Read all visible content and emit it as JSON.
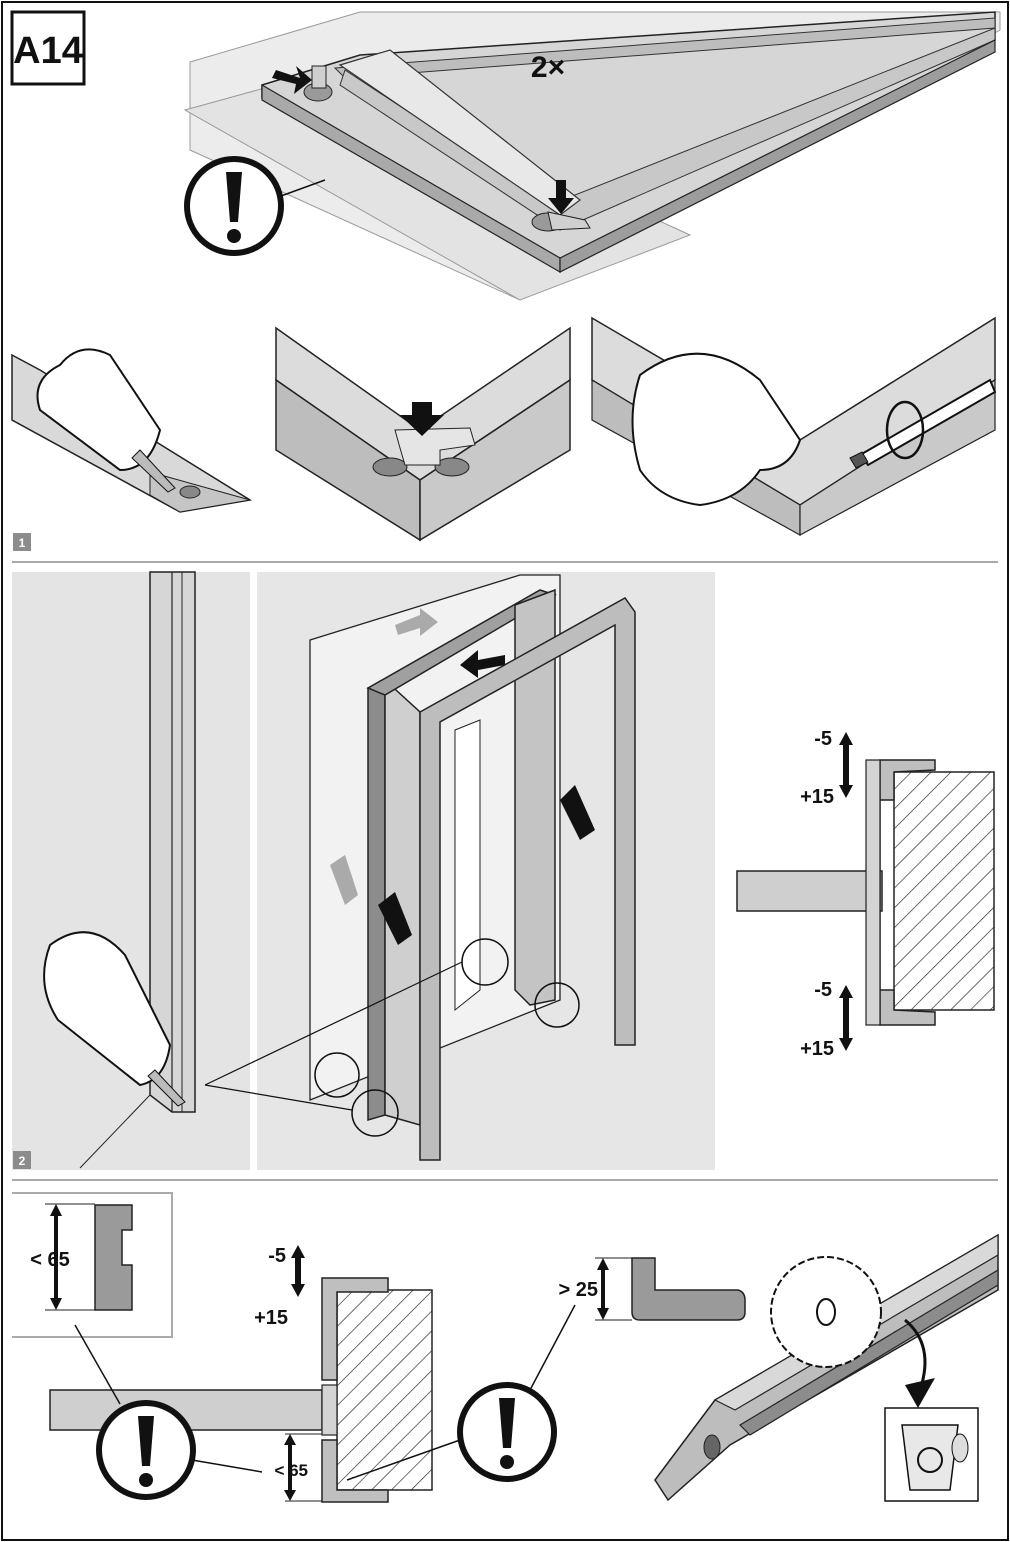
{
  "header": {
    "step_id": "A14",
    "quantity": "2×"
  },
  "steps": [
    {
      "number": "1"
    },
    {
      "number": "2"
    }
  ],
  "section2": {
    "tolerance_top_minus": "-5",
    "tolerance_top_plus": "+15",
    "tolerance_bottom_minus": "-5",
    "tolerance_bottom_plus": "+15"
  },
  "section3": {
    "profile_width": "< 65",
    "tolerance_minus": "-5",
    "tolerance_plus": "+15",
    "gap_dimension": "< 65",
    "leg_depth": "> 25"
  },
  "icons": [
    "warning-icon",
    "glue-bottle-icon",
    "clamp-icon",
    "screwdriver-icon",
    "saw-blade-icon",
    "recycle-bin-icon"
  ],
  "colors": {
    "line": "#111111",
    "light_gray": "#e4e4e4",
    "mid_gray": "#cfcfcf",
    "dark_gray": "#8c8c8c"
  }
}
